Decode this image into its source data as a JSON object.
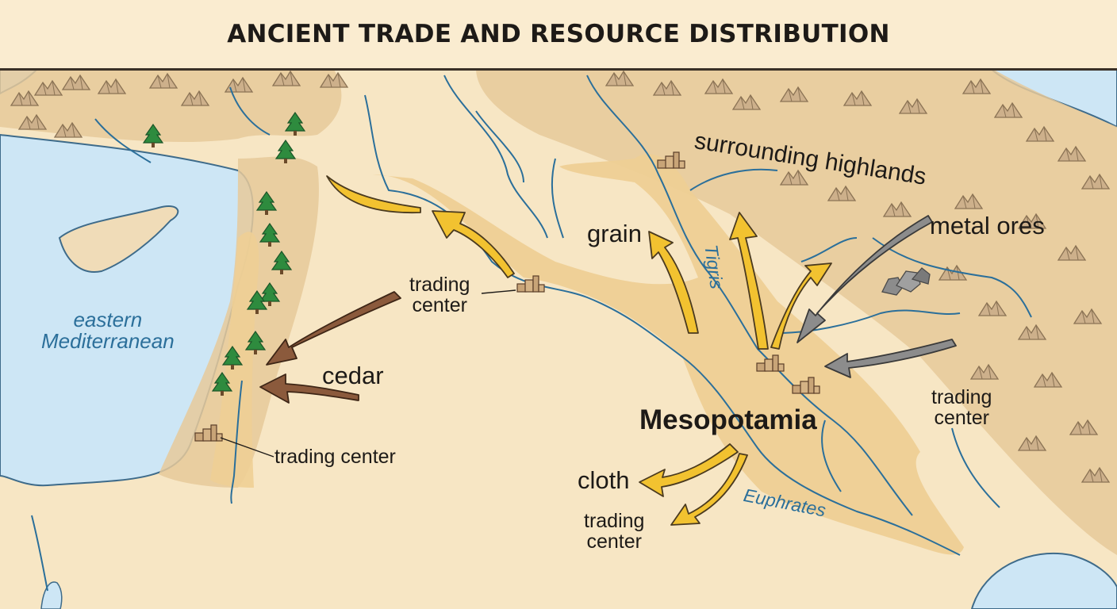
{
  "title": "ANCIENT TRADE AND RESOURCE DISTRIBUTION",
  "regions": {
    "highlands": "surrounding highlands",
    "core": "Mesopotamia",
    "sea": [
      "eastern",
      "Mediterranean"
    ]
  },
  "rivers": {
    "tigris": "Tigris",
    "euphrates": "Euphrates"
  },
  "resources": {
    "grain": "grain",
    "metal": "metal ores",
    "cedar": "cedar",
    "cloth": "cloth"
  },
  "trading_centers": {
    "north": [
      "trading",
      "center"
    ],
    "coast": "trading center",
    "east": [
      "trading",
      "center"
    ],
    "south": [
      "trading",
      "center"
    ]
  },
  "colors": {
    "land": "#f7e6c4",
    "water": "#cde6f5",
    "fertile_band": "#eecf95",
    "highlands": "#e6c99a",
    "river": "#2b6f9a",
    "arrow_gold": "#f2c230",
    "arrow_brown": "#8b5a3c",
    "arrow_gray": "#8c8c8c",
    "tree": "#2e8b3e"
  },
  "icons": [
    "tree-icon",
    "mountain-icon",
    "city-icon",
    "ore-icon"
  ]
}
